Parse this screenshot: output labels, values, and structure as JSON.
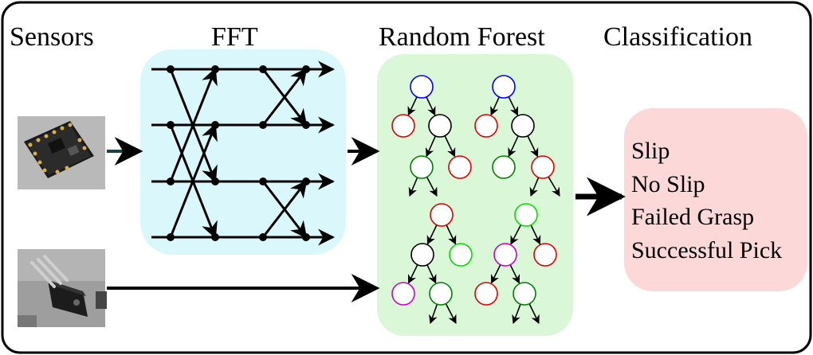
{
  "headings": {
    "sensors": "Sensors",
    "fft": "FFT",
    "random_forest": "Random Forest",
    "classification": "Classification"
  },
  "classification_labels": [
    "Slip",
    "No Slip",
    "Failed Grasp",
    "Successful Pick"
  ],
  "sensor_icons": [
    "breakout-board-sensor-icon",
    "optical-sensor-icon"
  ],
  "colors": {
    "fft_panel": "#daf8fb",
    "forest_panel": "#daf8d8",
    "classification_panel": "#fcd8d8",
    "arrow_to_fft": "#1d3f3e",
    "node_root": "#0000ff",
    "node_red": "#e00000",
    "node_green": "#008000",
    "node_green_bright": "#00dd00",
    "node_black": "#000000",
    "node_magenta": "#cc00cc"
  }
}
